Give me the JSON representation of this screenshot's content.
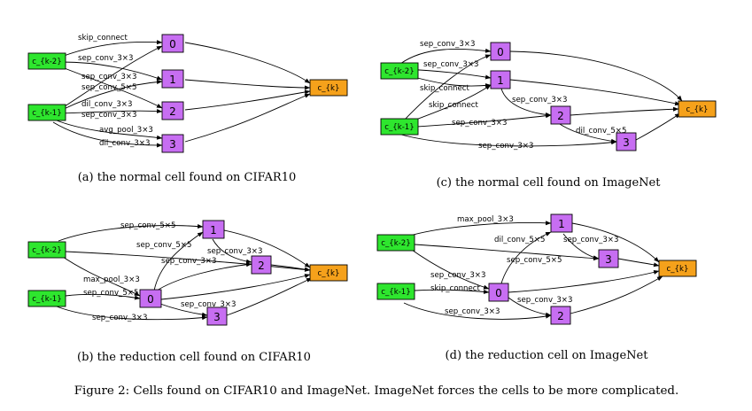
{
  "panels": {
    "a": {
      "caption": "(a) the normal cell found on CIFAR10",
      "inputs": [
        "c_{k-2}",
        "c_{k-1}"
      ],
      "nodes": [
        "0",
        "1",
        "2",
        "3"
      ],
      "output": "c_{k}",
      "edge_labels": [
        "skip_connect",
        "sep_conv_3×3",
        "sep_conv_3×3",
        "sep_conv_5×5",
        "dil_conv_3×3",
        "sep_conv_3×3",
        "avg_pool_3×3",
        "dil_conv_3×3"
      ]
    },
    "b": {
      "caption": "(b) the reduction cell found on CIFAR10",
      "inputs": [
        "c_{k-2}",
        "c_{k-1}"
      ],
      "nodes": [
        "0",
        "1",
        "2",
        "3"
      ],
      "output": "c_{k}",
      "edge_labels": [
        "sep_conv_5×5",
        "sep_conv_5×5",
        "sep_conv_3×3",
        "sep_conv_3×3",
        "max_pool_3×3",
        "sep_conv_5×5",
        "sep_conv_3×3",
        "sep_conv_3×3"
      ]
    },
    "c": {
      "caption": "(c) the normal cell found on ImageNet",
      "inputs": [
        "c_{k-2}",
        "c_{k-1}"
      ],
      "nodes": [
        "0",
        "1",
        "2",
        "3"
      ],
      "output": "c_{k}",
      "edge_labels": [
        "sep_conv_3×3",
        "sep_conv_3×3",
        "skip_connect",
        "skip_connect",
        "sep_conv_3×3",
        "sep_conv_3×3",
        "dil_conv_5×5",
        "sep_conv_3×3"
      ]
    },
    "d": {
      "caption": "(d) the reduction cell on ImageNet",
      "inputs": [
        "c_{k-2}",
        "c_{k-1}"
      ],
      "nodes": [
        "0",
        "1",
        "2",
        "3"
      ],
      "output": "c_{k}",
      "edge_labels": [
        "max_pool_3×3",
        "dil_conv_5×5",
        "sep_conv_3×3",
        "sep_conv_5×5",
        "sep_conv_3×3",
        "skip_connect",
        "sep_conv_3×3",
        "sep_conv_3×3"
      ]
    }
  },
  "figure_caption": "Figure 2: Cells found on CIFAR10 and ImageNet. ImageNet forces the cells to be more complicated.",
  "colors": {
    "input_node": "#2ee62e",
    "intermediate_node": "#c76ef2",
    "output_node": "#f5a11b"
  }
}
